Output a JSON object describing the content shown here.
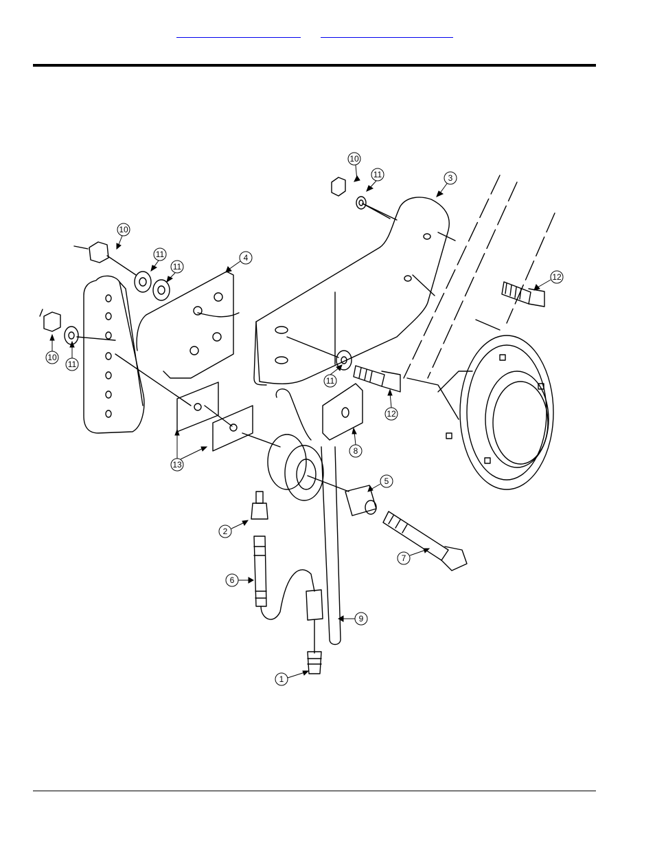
{
  "header": {
    "link_left": "",
    "link_right": ""
  },
  "figure": {
    "callouts": {
      "c1": "1",
      "c2": "2",
      "c3": "3",
      "c4": "4",
      "c5": "5",
      "c6": "6",
      "c7": "7",
      "c8": "8",
      "c9": "9",
      "c10a": "10",
      "c10b": "10",
      "c10c": "10",
      "c11a": "11",
      "c11b": "11",
      "c11c": "11",
      "c11d": "11",
      "c11e": "11",
      "c12a": "12",
      "c12b": "12",
      "c13": "13"
    }
  }
}
